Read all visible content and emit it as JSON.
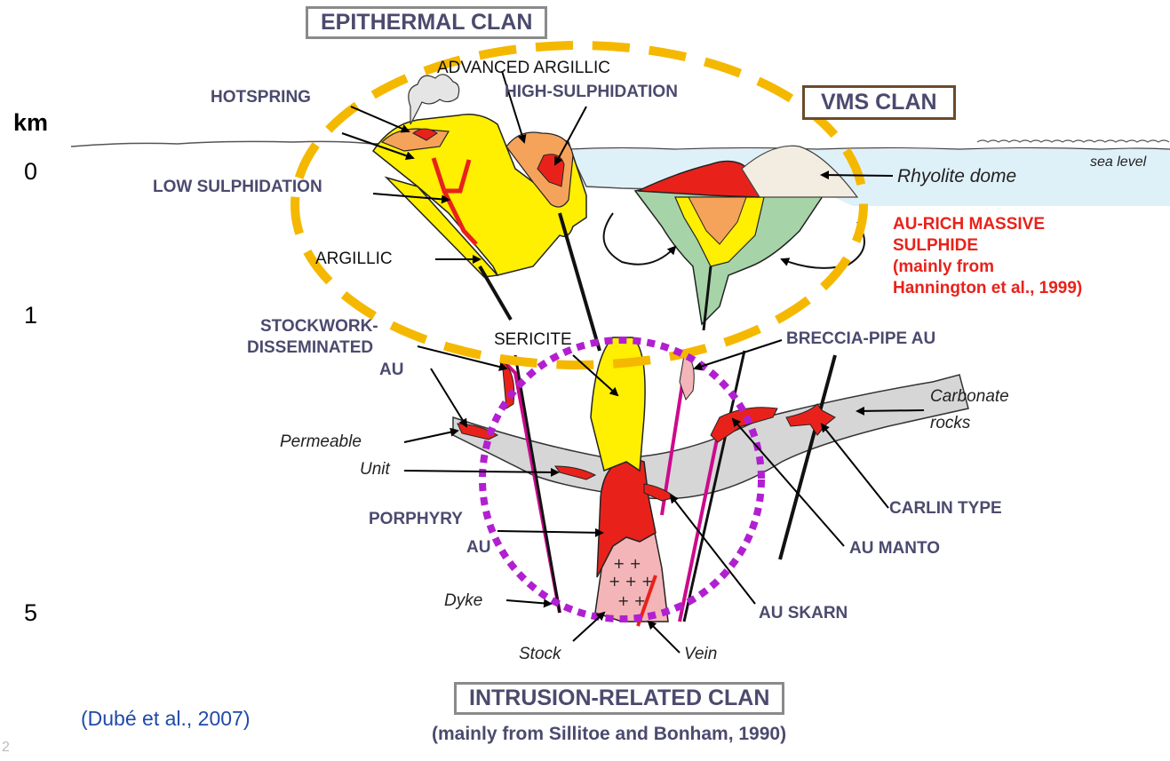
{
  "clans": {
    "epithermal": "EPITHERMAL CLAN",
    "vms": "VMS CLAN",
    "intrusion": "INTRUSION-RELATED CLAN",
    "intrusion_source": "(mainly from Sillitoe and Bonham, 1990)"
  },
  "depth_axis": {
    "unit": "km",
    "ticks": [
      "0",
      "1",
      "5"
    ]
  },
  "labels": {
    "advanced_argillic": "ADVANCED ARGILLIC",
    "high_sulphidation": "HIGH-SULPHIDATION",
    "hotspring": "HOTSPRING",
    "low_sulphidation": "LOW SULPHIDATION",
    "argillic": "ARGILLIC",
    "sericite": "SERICITE",
    "stockwork_1": "STOCKWORK-",
    "stockwork_2": "DISSEMINATED",
    "stockwork_3": "AU",
    "permeable_1": "Permeable",
    "permeable_2": "Unit",
    "porphyry_1": "PORPHYRY",
    "porphyry_2": "AU",
    "dyke": "Dyke",
    "stock": "Stock",
    "vein": "Vein",
    "breccia_pipe": "BRECCIA-PIPE AU",
    "carbonate_1": "Carbonate",
    "carbonate_2": "rocks",
    "carlin": "CARLIN TYPE",
    "au_manto": "AU MANTO",
    "au_skarn": "AU SKARN",
    "sea_level": "sea level",
    "rhyolite_dome": "Rhyolite dome",
    "au_rich_1": "AU-RICH MASSIVE",
    "au_rich_2": "SULPHIDE",
    "au_rich_3": "(mainly from",
    "au_rich_4": "Hannington et al., 1999)"
  },
  "citation": "(Dubé et al., 2007)",
  "page_number": "2",
  "colors": {
    "argillic_yellow": "#ffef00",
    "advanced_orange": "#f5a35a",
    "ore_red": "#e8221b",
    "sea_blue": "#dff1f8",
    "green_alteration": "#a6d4a8",
    "carbonate_grey": "#d6d6d6",
    "stock_pink": "#f4b5b8",
    "dyke_magenta": "#cc0a8c",
    "epithermal_ring": "#f5b800",
    "intrusion_ring": "#b21fd1"
  }
}
